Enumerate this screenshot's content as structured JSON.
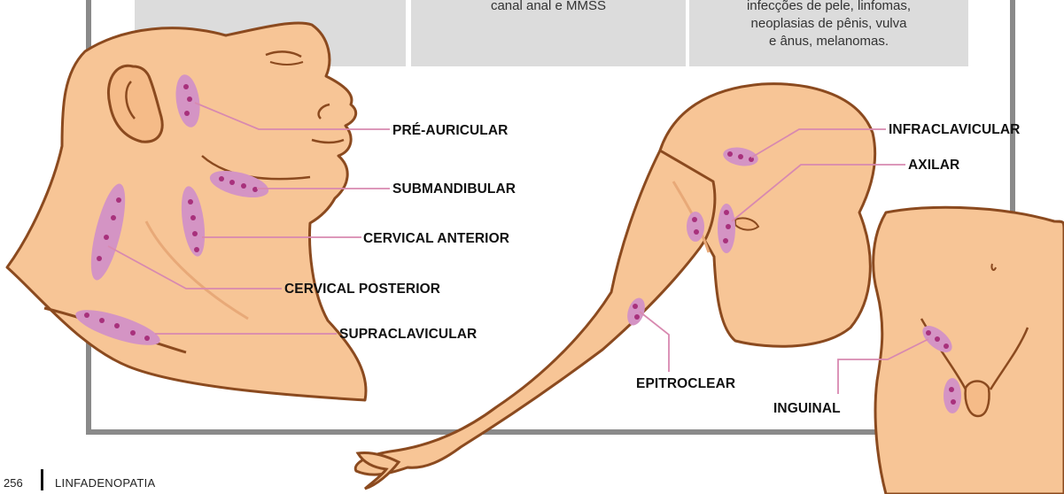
{
  "table": {
    "col_left": "",
    "col_mid_line": "canal anal e MMSS",
    "col_right_lines": [
      "infecções de pele, linfomas,",
      "neoplasias de pênis, vulva",
      "e ânus, melanomas."
    ]
  },
  "labels": {
    "pre_auricular": "PRÉ-AURICULAR",
    "submandibular": "SUBMANDIBULAR",
    "cervical_anterior": "CERVICAL ANTERIOR",
    "cervical_posterior": "CERVICAL POSTERIOR",
    "supraclavicular": "SUPRACLAVICULAR",
    "infraclavicular": "INFRACLAVICULAR",
    "axilar": "AXILAR",
    "epitroclear": "EPITROCLEAR",
    "inguinal": "INGUINAL"
  },
  "footer": {
    "page_number": "256",
    "section": "LINFADENOPATIA"
  },
  "colors": {
    "skin": "#f7c596",
    "skin_outline": "#8b4a1f",
    "node_fill": "#d494c4",
    "node_dot": "#a8317c",
    "leader_line": "#d889b0",
    "frame": "#8a8a8a",
    "table_bg": "#dcdcdc"
  }
}
